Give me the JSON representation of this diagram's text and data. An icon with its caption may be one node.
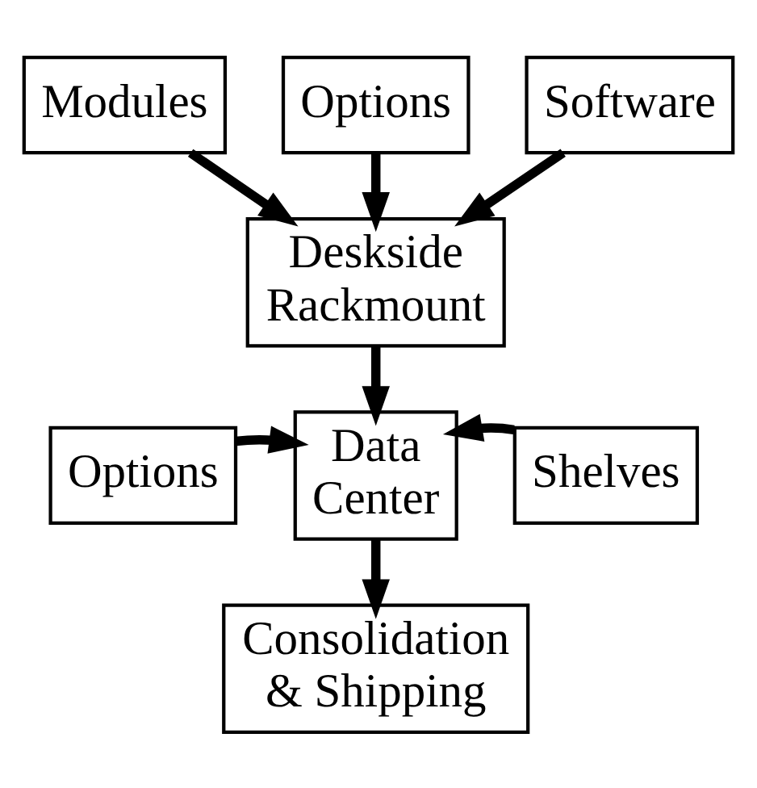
{
  "diagram": {
    "nodes": [
      {
        "text": [
          "Modules"
        ]
      },
      {
        "text": [
          "Options"
        ]
      },
      {
        "text": [
          "Software"
        ]
      },
      {
        "text": [
          "Deskside Rackmount"
        ]
      },
      {
        "text": [
          "Options"
        ]
      },
      {
        "text": [
          "Data Center"
        ]
      },
      {
        "text": [
          "Shelves"
        ]
      },
      {
        "text": [
          "Consolidation & Shipping"
        ]
      }
    ],
    "edges": [
      {
        "from": 0,
        "to": 3,
        "arrow": "to"
      },
      {
        "from": 1,
        "to": 3,
        "arrow": "to"
      },
      {
        "from": 2,
        "to": 3,
        "arrow": "to"
      },
      {
        "from": 3,
        "to": 5,
        "arrow": "to"
      },
      {
        "from": 4,
        "to": 5,
        "arrow": "to"
      },
      {
        "from": 6,
        "to": 5,
        "arrow": "to"
      },
      {
        "from": 5,
        "to": 7,
        "arrow": "to"
      }
    ]
  }
}
